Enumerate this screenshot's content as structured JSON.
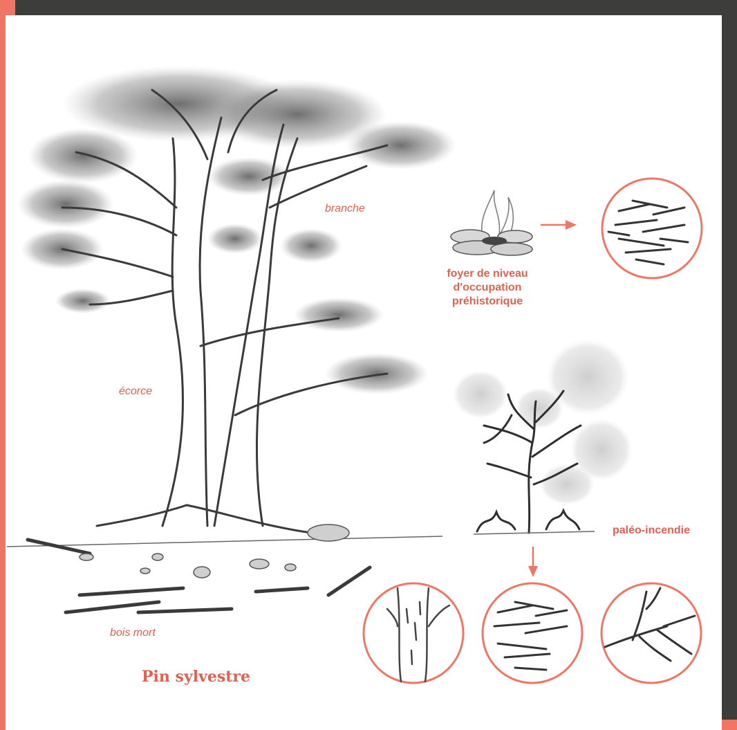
{
  "labels": {
    "branche": "branche",
    "ecorce": "écorce",
    "bois_mort": "bois mort",
    "foyer": "foyer de niveau d'occupation préhistorique",
    "foyer_line1": "foyer de niveau",
    "foyer_line2": "d'occupation",
    "foyer_line3": "préhistorique",
    "paleo": "paléo-incendie"
  },
  "title": "Pin sylvestre",
  "colors": {
    "accent": "#ef7565",
    "text_accent": "#e0614f",
    "frame_dark": "#3d3d3b",
    "ink": "#3a3a3a"
  }
}
